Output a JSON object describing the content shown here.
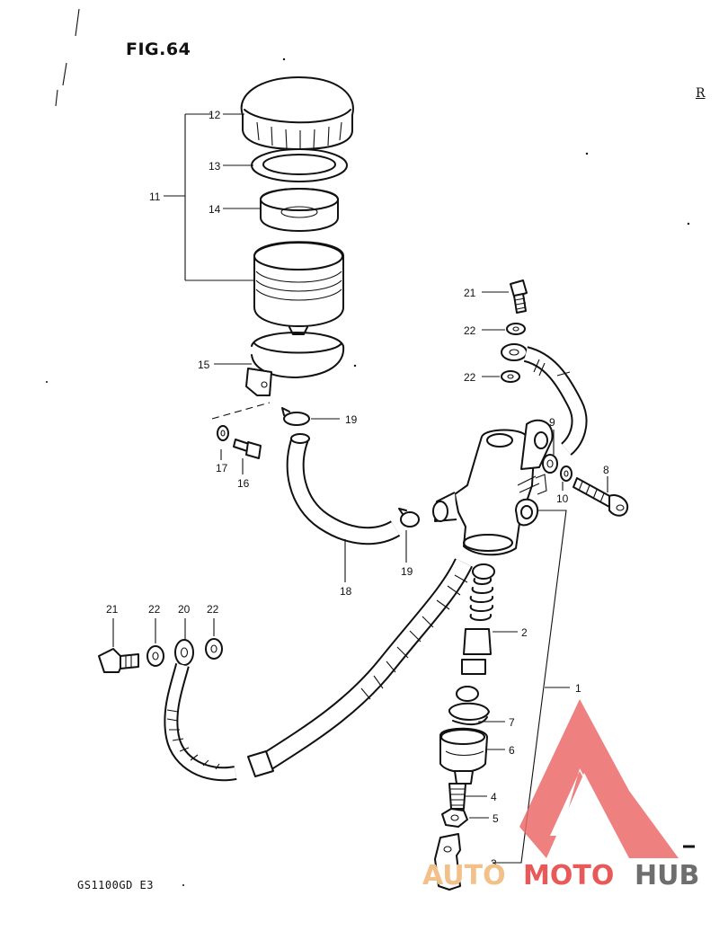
{
  "diagram": {
    "title": "FIG.64",
    "corner_mark": "R",
    "model_code": "GS1100GD  E3",
    "callouts": {
      "c1": "1",
      "c2": "2",
      "c3": "3",
      "c4": "4",
      "c5": "5",
      "c6": "6",
      "c7": "7",
      "c8": "8",
      "c9": "9",
      "c10": "10",
      "c11": "11",
      "c12": "12",
      "c13": "13",
      "c14": "14",
      "c15": "15",
      "c16": "16",
      "c17": "17",
      "c18": "18",
      "c19a": "19",
      "c19b": "19",
      "c20": "20",
      "c21a": "21",
      "c21b": "21",
      "c22a": "22",
      "c22b": "22",
      "c22c": "22",
      "c22d": "22"
    }
  },
  "watermark": {
    "brand_part1": "AUTO",
    "brand_part2": "MOTO",
    "brand_part3": "HUB",
    "colors": {
      "part1": "#f2c18a",
      "part2": "#e85a5a",
      "part3": "#6e6e6e",
      "logo": "#ec6b6b"
    }
  }
}
